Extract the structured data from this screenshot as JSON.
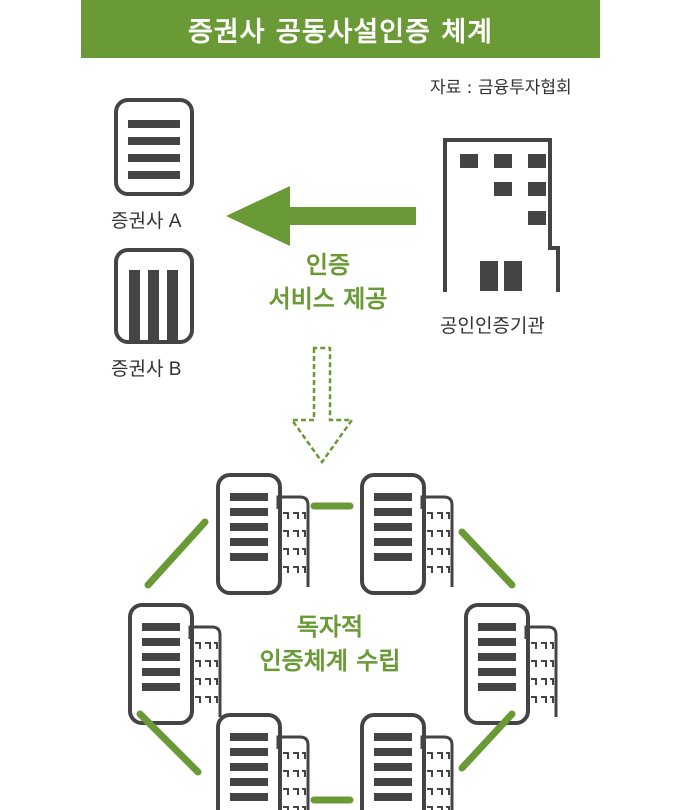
{
  "title": "증권사 공동사설인증 체계",
  "source": "자료 : 금융투자협회",
  "labels": {
    "firm_a": "증권사 A",
    "firm_b": "증권사 B",
    "ca": "공인인증기관",
    "service_line1": "인증",
    "service_line2": "서비스 제공",
    "independent_line1": "독자적",
    "independent_line2": "인증체계 수립"
  },
  "colors": {
    "accent": "#6a9a35",
    "building": "#444444"
  },
  "icons": [
    "building-a-icon",
    "building-b-icon",
    "ca-building-icon",
    "arrow-left-icon",
    "dashed-arrow-down-icon",
    "building-cluster-icon"
  ]
}
